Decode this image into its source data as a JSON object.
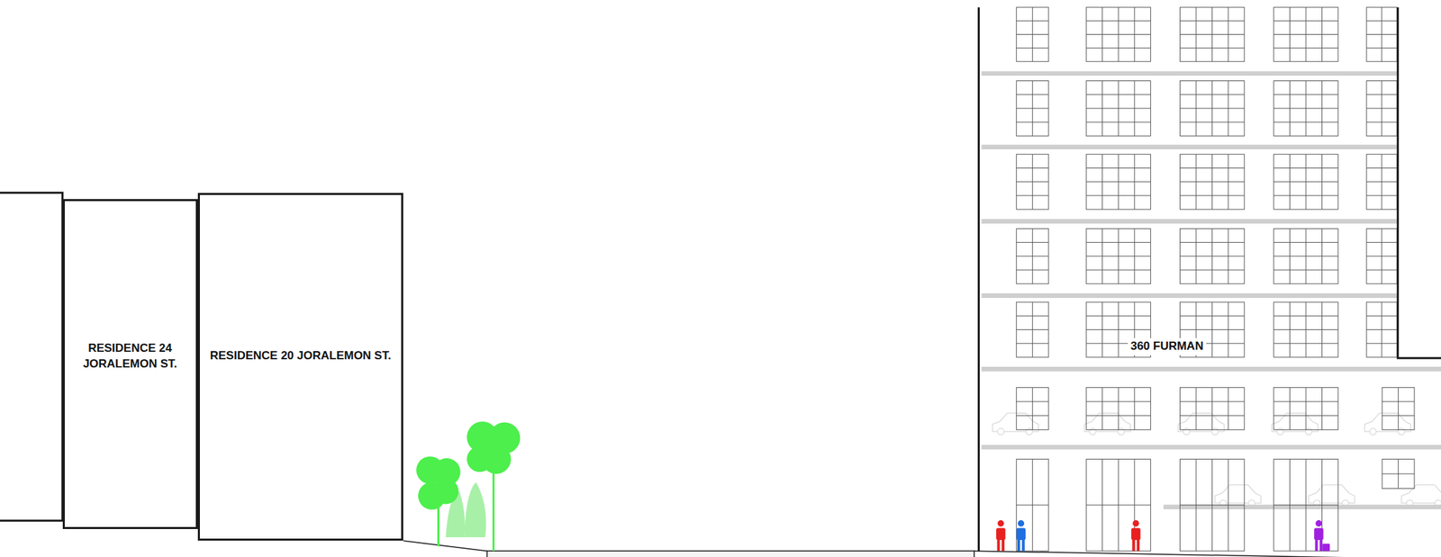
{
  "diagram": {
    "nodes": [
      {
        "text": [
          "RESIDENCE 24 JORALEMON ST."
        ]
      },
      {
        "text": [
          "RESIDENCE 20 JORALEMON ST."
        ]
      },
      {
        "text": [
          "360 FURMAN"
        ]
      }
    ]
  }
}
